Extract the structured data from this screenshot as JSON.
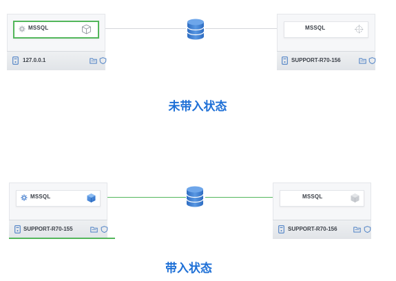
{
  "colors": {
    "accent_green": "#52b65a",
    "link_gray": "#d4d6da",
    "title_blue": "#1d6fd6",
    "db_blue": "#3f7fd0"
  },
  "top_section": {
    "left_node": {
      "service_label": "MSSQL",
      "host_label": "127.0.0.1",
      "service_icon": "gear-icon",
      "status_icon": "cube-outline-icon",
      "host_icon": "server-icon"
    },
    "right_node": {
      "service_label": "MSSQL",
      "host_label": "SUPPORT-R70-156",
      "status_icon": "target-icon",
      "host_icon": "server-icon"
    },
    "center_icon": "database-icon",
    "status_title": "未带入状态"
  },
  "bottom_section": {
    "left_node": {
      "service_label": "MSSQL",
      "host_label": "SUPPORT-R70-155",
      "service_icon": "gear-icon",
      "status_icon": "cube-filled-icon",
      "host_icon": "server-icon"
    },
    "right_node": {
      "service_label": "MSSQL",
      "host_label": "SUPPORT-R70-156",
      "status_icon": "cube-gray-icon",
      "host_icon": "server-icon"
    },
    "center_icon": "database-icon",
    "status_title": "带入状态"
  }
}
